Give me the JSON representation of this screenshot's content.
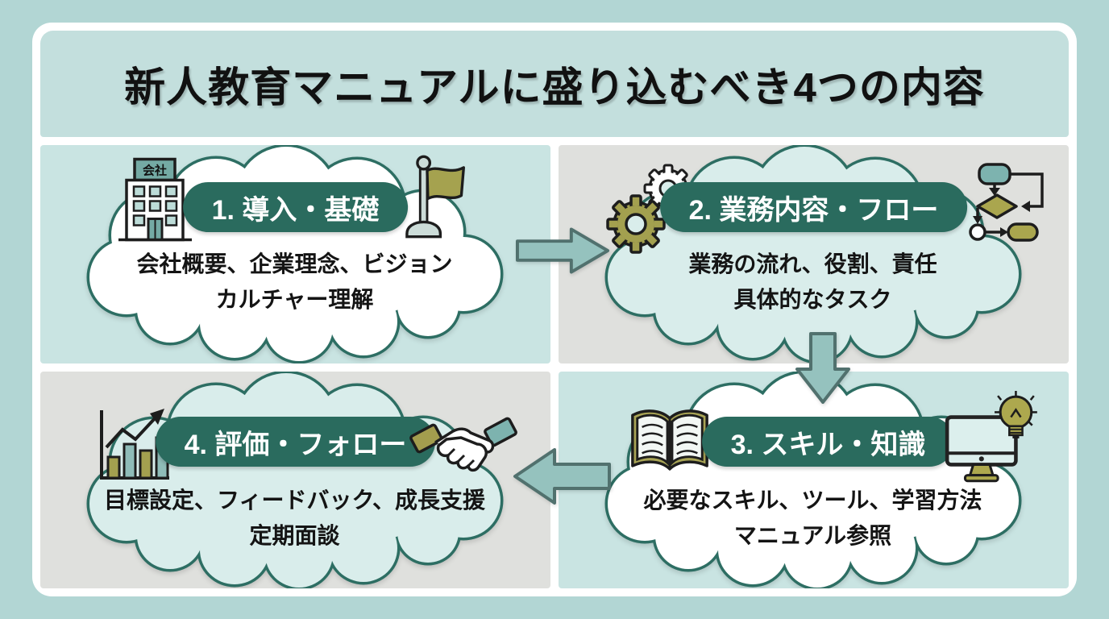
{
  "title": "新人教育マニュアルに盛り込むべき4つの内容",
  "building_sign": "会社",
  "colors": {
    "outer_background": "#b2d6d4",
    "panel_teal": "#c9e4e2",
    "panel_gray": "#dfe0dd",
    "cloud_white": "#ffffff",
    "cloud_mint": "#d9edeb",
    "cloud_border": "#2d6e63",
    "badge_background": "#2a6b5e",
    "badge_text": "#ffffff",
    "body_text": "#141414",
    "arrow_fill": "#95c2be",
    "arrow_border": "#51716e",
    "olive_accent": "#a8a455",
    "teal_accent": "#7db3af"
  },
  "sections": [
    {
      "badge": "1. 導入・基礎",
      "line1": "会社概要、企業理念、ビジョン",
      "line2": "カルチャー理解",
      "icon_left": "company-building-icon",
      "icon_right": "flag-icon"
    },
    {
      "badge": "2. 業務内容・フロー",
      "line1": "業務の流れ、役割、責任",
      "line2": "具体的なタスク",
      "icon_left": "gears-icon",
      "icon_right": "flowchart-icon"
    },
    {
      "badge": "3. スキル・知識",
      "line1": "必要なスキル、ツール、学習方法",
      "line2": "マニュアル参照",
      "icon_left": "open-book-icon",
      "icon_right": "monitor-lightbulb-icon"
    },
    {
      "badge": "4. 評価・フォロー",
      "line1": "目標設定、フィードバック、成長支援",
      "line2": "定期面談",
      "icon_left": "bar-chart-icon",
      "icon_right": "handshake-icon"
    }
  ],
  "arrows": [
    {
      "name": "arrow-1-to-2",
      "direction": "right"
    },
    {
      "name": "arrow-2-to-3",
      "direction": "down"
    },
    {
      "name": "arrow-3-to-4",
      "direction": "left"
    }
  ]
}
